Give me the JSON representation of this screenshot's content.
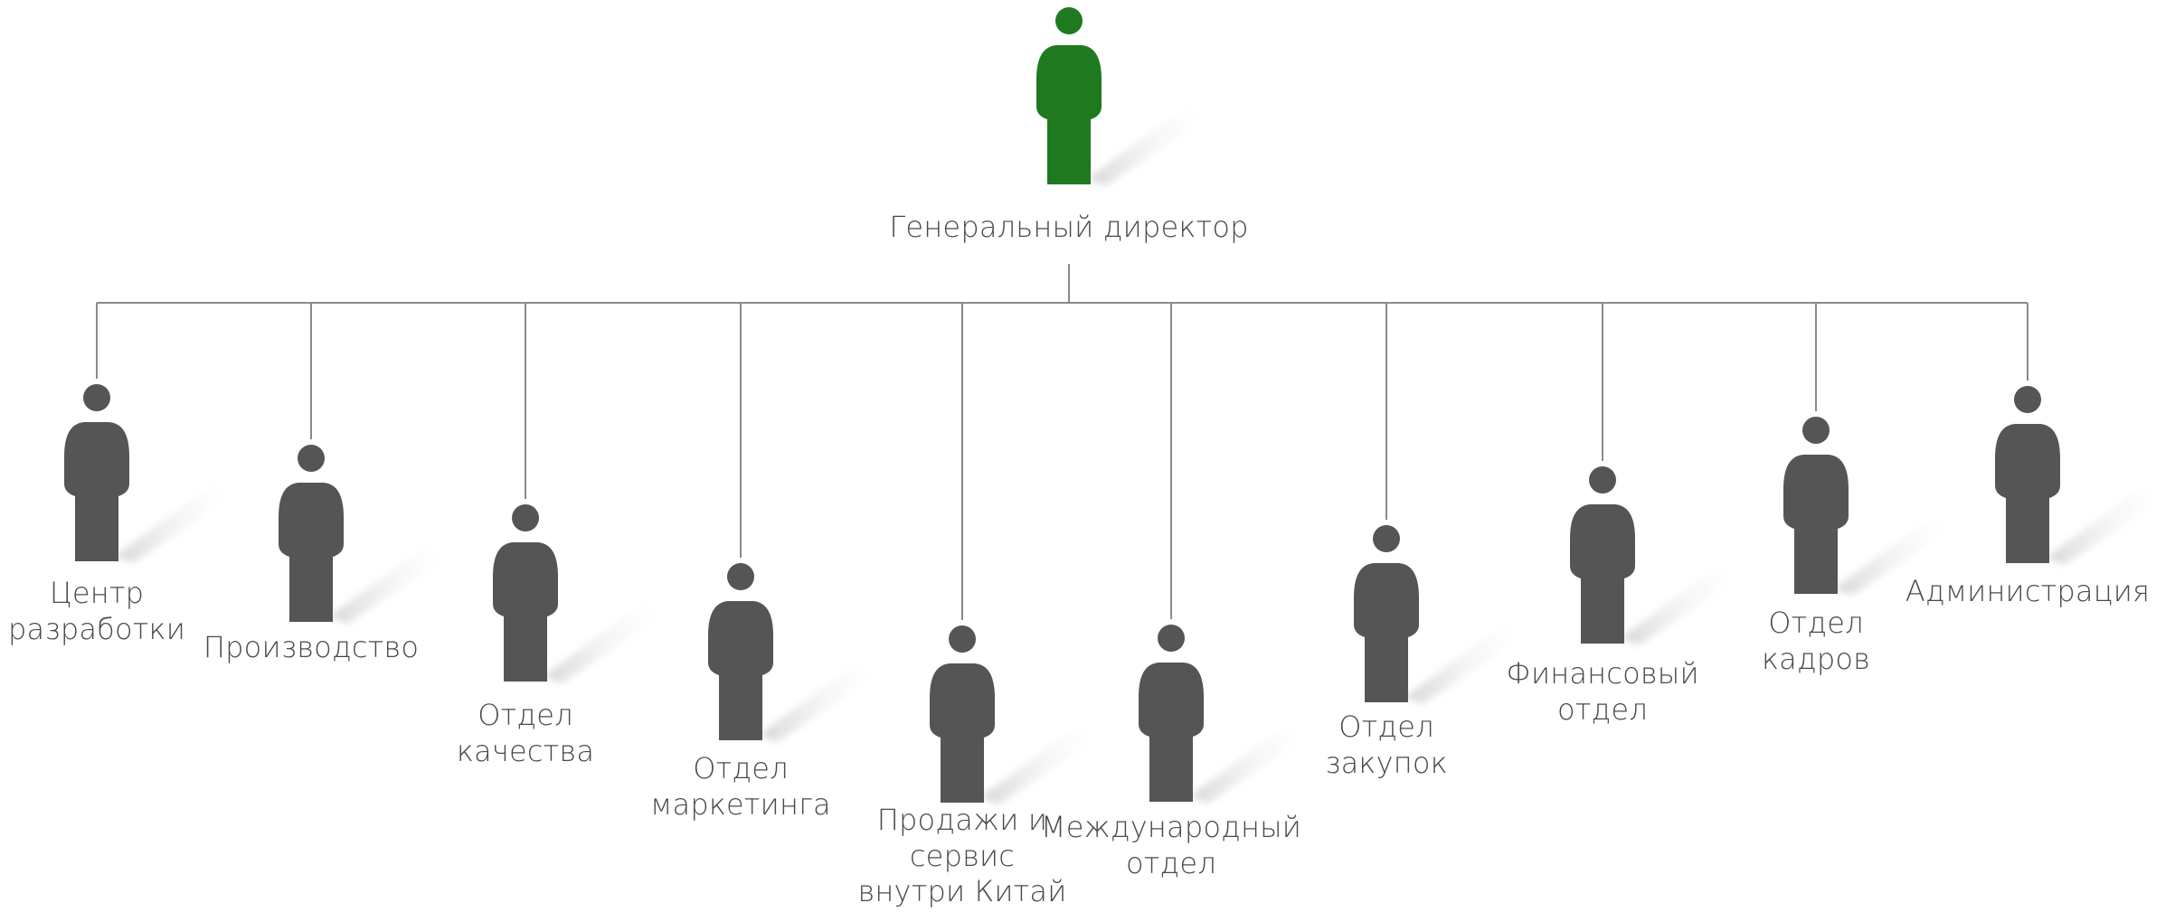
{
  "colors": {
    "director": "#1f7a1f",
    "employee": "#555555",
    "line": "#8a8a8a",
    "shadow": "#d6d6d6",
    "text": "#4a4a4a"
  },
  "director": {
    "label": "Генеральный директор",
    "icon": "person-icon"
  },
  "departments": [
    {
      "id": "rnd",
      "lines": [
        "Центр",
        "разработки"
      ],
      "icon": "person-icon"
    },
    {
      "id": "production",
      "lines": [
        "Производство"
      ],
      "icon": "person-icon"
    },
    {
      "id": "quality",
      "lines": [
        "Отдел",
        "качества"
      ],
      "icon": "person-icon"
    },
    {
      "id": "marketing",
      "lines": [
        "Отдел",
        "маркетинга"
      ],
      "icon": "person-icon"
    },
    {
      "id": "sales-china",
      "lines": [
        "Продажи и",
        "сервис",
        "внутри Китай"
      ],
      "icon": "person-icon"
    },
    {
      "id": "international",
      "lines": [
        "Международный",
        "отдел"
      ],
      "icon": "person-icon"
    },
    {
      "id": "purchasing",
      "lines": [
        "Отдел",
        "закупок"
      ],
      "icon": "person-icon"
    },
    {
      "id": "finance",
      "lines": [
        "Финансовый",
        "отдел"
      ],
      "icon": "person-icon"
    },
    {
      "id": "hr",
      "lines": [
        "Отдел",
        "кадров"
      ],
      "icon": "person-icon"
    },
    {
      "id": "administration",
      "lines": [
        "Администрация"
      ],
      "icon": "person-icon"
    }
  ]
}
